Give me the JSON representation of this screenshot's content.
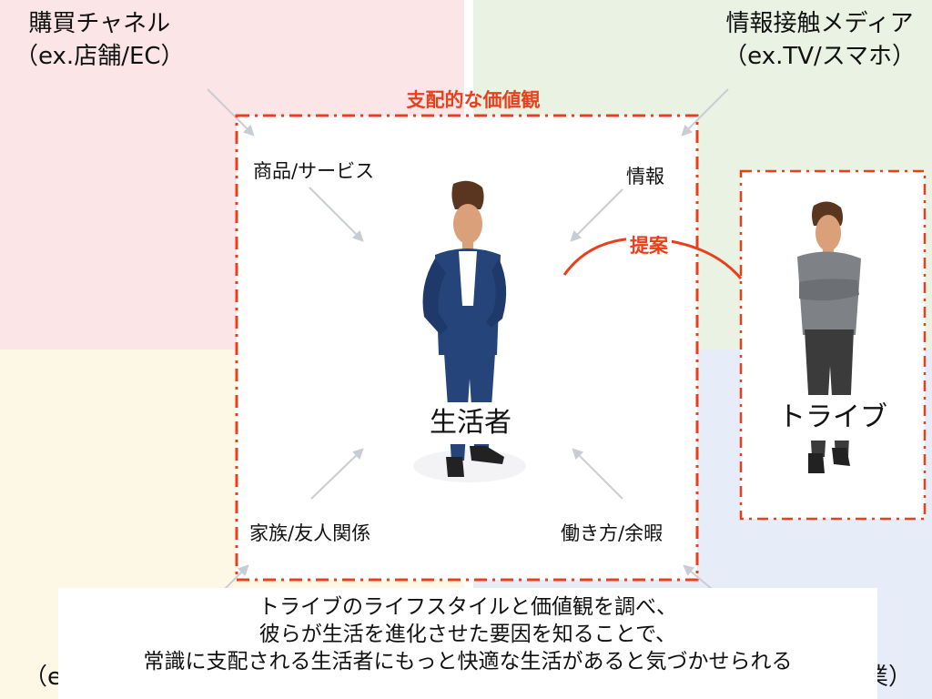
{
  "colors": {
    "quad_top_left": "#fbe5e7",
    "quad_top_right": "#eaf2e3",
    "quad_bottom_left": "#fdf7e6",
    "quad_bottom_right": "#e7edf8",
    "accent": "#e8401c",
    "arrow": "#c9ccd4",
    "suit": "#25457a",
    "shirt": "#7e8185",
    "pants_tribe": "#3b3b3b",
    "skin": "#d9a07a",
    "hair": "#5a3620"
  },
  "corners": {
    "top_left": {
      "line1": "購買チャネル",
      "line2": "（ex.店舗/EC）"
    },
    "top_right": {
      "line1": "情報接触メディア",
      "line2": "（ex.TV/スマホ）"
    },
    "bottom_left_fragment": "（e",
    "bottom_right_fragment": "業）"
  },
  "main_box": {
    "title": "支配的な価値観",
    "labels": {
      "product": "商品/サービス",
      "info": "情報",
      "family": "家族/友人関係",
      "work": "働き方/余暇"
    },
    "consumer_label": "生活者"
  },
  "proposal_label": "提案",
  "tribe_label": "トライブ",
  "bottom_text": {
    "line1": "トライブのライフスタイルと価値観を調べ、",
    "line2": "彼らが生活を進化させた要因を知ることで、",
    "line3": "常識に支配される生活者にもっと快適な生活があると気づかせられる"
  },
  "icons": {
    "consumer_figure": "businessman-figure-icon",
    "tribe_figure": "arms-crossed-man-icon",
    "arrows": "arrow-icon"
  }
}
